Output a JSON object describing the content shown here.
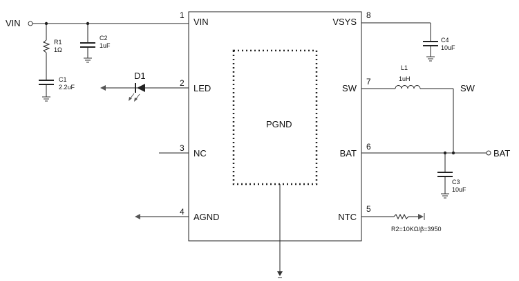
{
  "ic": {
    "pins": {
      "p1": {
        "num": "1",
        "name": "VIN"
      },
      "p2": {
        "num": "2",
        "name": "LED"
      },
      "p3": {
        "num": "3",
        "name": "NC"
      },
      "p4": {
        "num": "4",
        "name": "AGND"
      },
      "p5": {
        "num": "5",
        "name": "NTC"
      },
      "p6": {
        "num": "6",
        "name": "BAT"
      },
      "p7": {
        "num": "7",
        "name": "SW"
      },
      "p8": {
        "num": "8",
        "name": "VSYS"
      }
    },
    "pad_label": "PGND"
  },
  "nets": {
    "vin": "VIN",
    "bat": "BAT",
    "sw": "SW"
  },
  "components": {
    "r1": {
      "ref": "R1",
      "value": "1Ω"
    },
    "c2": {
      "ref": "C2",
      "value": "1uF"
    },
    "c1": {
      "ref": "C1",
      "value": "2.2uF"
    },
    "d1": {
      "ref": "D1"
    },
    "c4": {
      "ref": "C4",
      "value": "10uF"
    },
    "l1": {
      "ref": "L1",
      "value": "1uH"
    },
    "c3": {
      "ref": "C3",
      "value": "10uF"
    },
    "r2": {
      "label": "R2=10KΩ/β=3950"
    }
  }
}
